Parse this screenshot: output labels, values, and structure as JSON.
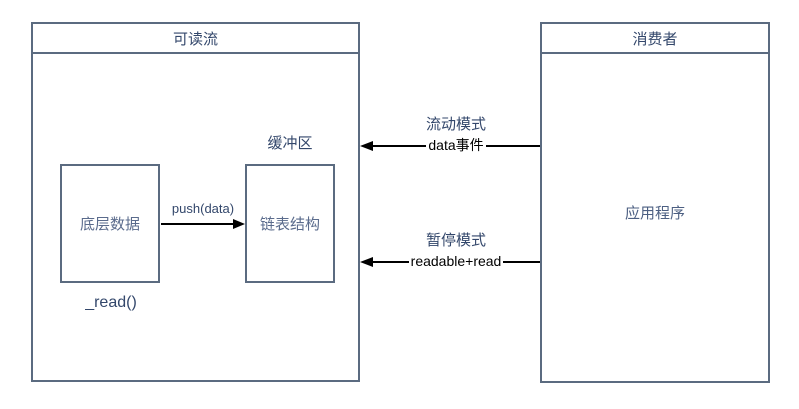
{
  "colors": {
    "box_border": "#5b6b80",
    "title_text": "#33476b",
    "muted_label_text": "#5a6b8c",
    "app_label_text": "#4c5f82",
    "arrow": "#000000",
    "background": "#ffffff"
  },
  "readable_stream": {
    "title": "可读流",
    "underlying_data_label": "底层数据",
    "push_arrow_label": "push(data)",
    "buffer_caption": "缓冲区",
    "linked_list_label": "链表结构",
    "read_method_label": "_read()"
  },
  "consumer": {
    "title": "消费者",
    "app_label": "应用程序"
  },
  "flows": [
    {
      "mode": "流动模式",
      "mechanism": "data事件",
      "direction": "right-to-left"
    },
    {
      "mode": "暂停模式",
      "mechanism": "readable+read",
      "direction": "right-to-left"
    }
  ]
}
